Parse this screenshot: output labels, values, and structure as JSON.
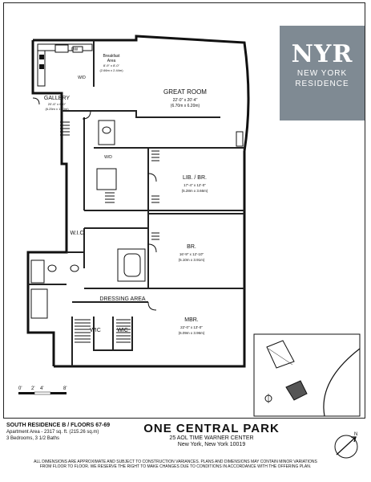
{
  "logo": {
    "mark": "NYR",
    "line1": "NEW YORK",
    "line2": "RESIDENCE"
  },
  "rooms": {
    "great_room": {
      "name": "GREAT ROOM",
      "dims_ft": "22'-0\" x 20'-4\"",
      "dims_m": "(6.70m x 6.20m)"
    },
    "breakfast": {
      "name": "Breakfast",
      "sub": "Area",
      "dims_ft": "8'-9\" x 8'-0\"",
      "dims_m": "(2.66m x 2.44m)"
    },
    "gallery": {
      "name": "GALLERY",
      "dims_ft": "20'-6\" x 6'-0\"",
      "dims_m": "(6.25m x 1.83m)"
    },
    "lib": {
      "name": "LIB. / BR.",
      "dims_ft": "17'-4\" x 12'-0\"",
      "dims_m": "(5.28m x 3.66m)"
    },
    "br": {
      "name": "BR.",
      "dims_ft": "16'-9\" x 12'-10\"",
      "dims_m": "(5.10m x 3.91m)"
    },
    "mbr": {
      "name": "MBR.",
      "dims_ft": "22'-0\" x 13'-0\"",
      "dims_m": "(6.09m x 3.96m)"
    },
    "dressing": {
      "name": "DRESSING AREA"
    },
    "wic1": "W.I.C.",
    "wic2": "WIC",
    "wic3": "WIC",
    "wd1": "W/D",
    "wd2": "W/D",
    "dw": "DW"
  },
  "scale": {
    "t0": "0'",
    "t1": "2'",
    "t2": "4'",
    "t3": "8'"
  },
  "footer": {
    "unit": "SOUTH RESIDENCE B / FLOORS 67-69",
    "area": "Apartment Area - 2317 sq. ft. (215.26 sq.m)",
    "beds": "3 Bedrooms, 3 1/2 Baths",
    "building": "ONE CENTRAL PARK",
    "address1": "25 AOL TIME WARNER CENTER",
    "address2": "New York, New York 10019",
    "disclaimer1": "ALL DIMENSIONS ARE APPROXIMATE AND SUBJECT TO CONSTRUCTION VARIANCES. PLANS AND DIMENSIONS MAY CONTAIN MINOR VARIATIONS",
    "disclaimer2": "FROM FLOOR TO FLOOR. WE RESERVE THE RIGHT TO MAKE CHANGES DUE TO CONDITIONS IN ACCORDANCE WITH THE OFFERING PLAN.",
    "north": "N"
  }
}
